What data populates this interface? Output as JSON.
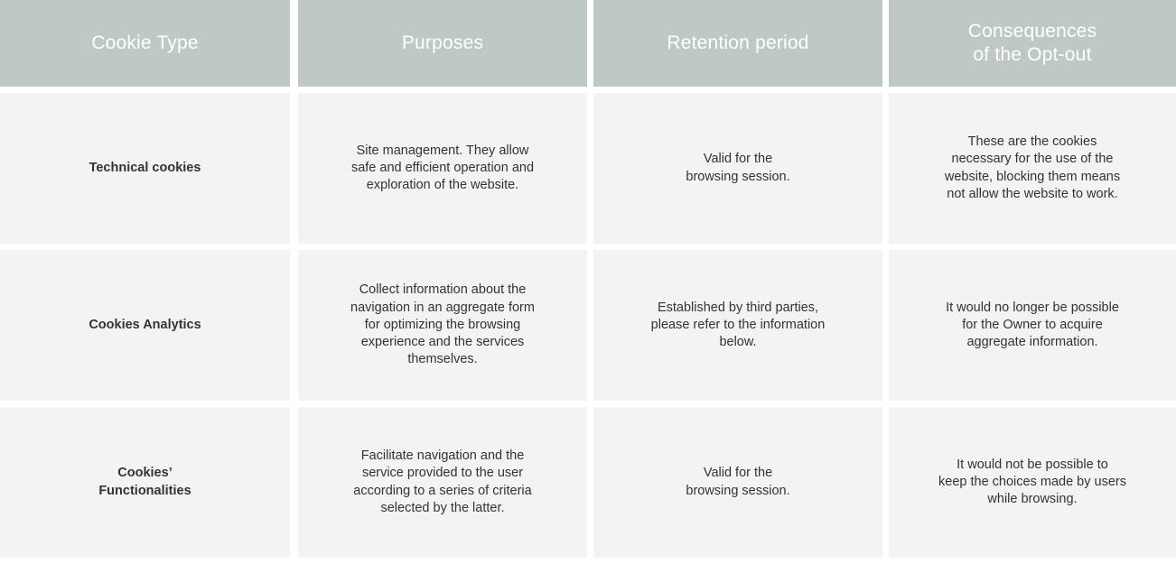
{
  "table": {
    "headers": [
      {
        "label": "Cookie Type"
      },
      {
        "label": "Purposes"
      },
      {
        "label": "Retention period"
      },
      {
        "label": "Consequences\nof the Opt-out"
      }
    ],
    "rows": [
      {
        "type": "Technical cookies",
        "purposes": "Site management. They allow\nsafe and efficient operation and\nexploration of the website.",
        "retention": "Valid for the\nbrowsing session.",
        "consequences": "These are the cookies\nnecessary for the use of the\nwebsite, blocking them means\nnot allow the website to work."
      },
      {
        "type": "Cookies Analytics",
        "purposes": "Collect information about the\nnavigation in an aggregate form\nfor optimizing the browsing\nexperience and the services\nthemselves.",
        "retention": "Established by third parties,\nplease refer to the information\nbelow.",
        "consequences": "It would no longer be possible\nfor the Owner to acquire\naggregate information."
      },
      {
        "type": "Cookies’\nFunctionalities",
        "purposes": "Facilitate navigation and the\nservice provided to the user\naccording to a series of criteria\nselected by the latter.",
        "retention": "Valid for the\nbrowsing session.",
        "consequences": "It would not be possible to\nkeep the choices made by users\nwhile browsing."
      }
    ]
  },
  "colors": {
    "header_background": "#bec9c7",
    "header_text": "#ffffff",
    "cell_background": "#f2f3f2",
    "cell_text": "#2f3436",
    "page_background": "#ffffff"
  }
}
